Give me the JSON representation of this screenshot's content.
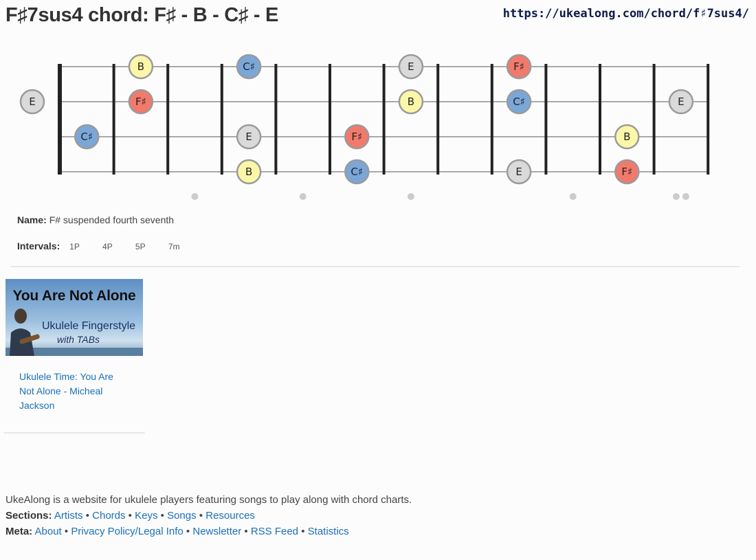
{
  "page": {
    "title": "F♯7sus4 chord: F♯ - B - C♯ - E",
    "url": "https://ukealong.com/chord/f♯7sus4/"
  },
  "chord": {
    "name_label": "Name:",
    "name": "F# suspended fourth seventh",
    "intervals_label": "Intervals:",
    "intervals": [
      "1P",
      "4P",
      "5P",
      "7m"
    ]
  },
  "note_colors": {
    "F♯": "#f27a6c",
    "B": "#fcf7a8",
    "C♯": "#7aa7d8",
    "E": "#dadada"
  },
  "fretboard": {
    "frets": 12,
    "strings": [
      "A",
      "E",
      "C",
      "G"
    ],
    "inlay_frets": [
      3,
      5,
      7,
      10
    ],
    "double_inlay_frets": [
      12
    ],
    "notes": [
      {
        "string": 0,
        "fret": 2,
        "label": "B"
      },
      {
        "string": 0,
        "fret": 4,
        "label": "C♯"
      },
      {
        "string": 0,
        "fret": 7,
        "label": "E"
      },
      {
        "string": 0,
        "fret": 9,
        "label": "F♯"
      },
      {
        "string": 1,
        "fret": 0,
        "label": "E"
      },
      {
        "string": 1,
        "fret": 2,
        "label": "F♯"
      },
      {
        "string": 1,
        "fret": 7,
        "label": "B"
      },
      {
        "string": 1,
        "fret": 9,
        "label": "C♯"
      },
      {
        "string": 1,
        "fret": 12,
        "label": "E"
      },
      {
        "string": 2,
        "fret": 1,
        "label": "C♯"
      },
      {
        "string": 2,
        "fret": 4,
        "label": "E"
      },
      {
        "string": 2,
        "fret": 6,
        "label": "F♯"
      },
      {
        "string": 2,
        "fret": 11,
        "label": "B"
      },
      {
        "string": 3,
        "fret": 4,
        "label": "B"
      },
      {
        "string": 3,
        "fret": 6,
        "label": "C♯"
      },
      {
        "string": 3,
        "fret": 9,
        "label": "E"
      },
      {
        "string": 3,
        "fret": 11,
        "label": "F♯"
      }
    ]
  },
  "related": {
    "thumbnail_line1": "You Are Not Alone",
    "thumbnail_line2": "Ukulele Fingerstyle",
    "thumbnail_line3": "with TABs",
    "link": "Ukulele Time: You Are Not Alone - Micheal Jackson"
  },
  "footer": {
    "about_text": "UkeAlong is a website for ukulele players featuring songs to play along with chord charts.",
    "sections_label": "Sections:",
    "sections": [
      "Artists",
      "Chords",
      "Keys",
      "Songs",
      "Resources"
    ],
    "meta_label": "Meta:",
    "meta": [
      "About",
      "Privacy Policy/Legal Info",
      "Newsletter",
      "RSS Feed",
      "Statistics"
    ],
    "separator": "•"
  }
}
